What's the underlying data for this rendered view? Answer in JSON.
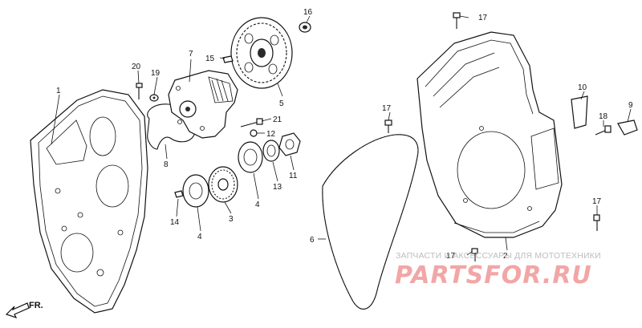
{
  "callouts": [
    {
      "id": "1",
      "label": "1"
    },
    {
      "id": "2",
      "label": "2"
    },
    {
      "id": "3",
      "label": "3"
    },
    {
      "id": "4a",
      "label": "4"
    },
    {
      "id": "4b",
      "label": "4"
    },
    {
      "id": "5",
      "label": "5"
    },
    {
      "id": "6",
      "label": "6"
    },
    {
      "id": "7",
      "label": "7"
    },
    {
      "id": "8",
      "label": "8"
    },
    {
      "id": "9",
      "label": "9"
    },
    {
      "id": "10",
      "label": "10"
    },
    {
      "id": "11",
      "label": "11"
    },
    {
      "id": "12",
      "label": "12"
    },
    {
      "id": "13",
      "label": "13"
    },
    {
      "id": "14",
      "label": "14"
    },
    {
      "id": "15",
      "label": "15"
    },
    {
      "id": "16",
      "label": "16"
    },
    {
      "id": "17a",
      "label": "17"
    },
    {
      "id": "17b",
      "label": "17"
    },
    {
      "id": "17c",
      "label": "17"
    },
    {
      "id": "17d",
      "label": "17"
    },
    {
      "id": "18",
      "label": "18"
    },
    {
      "id": "19",
      "label": "19"
    },
    {
      "id": "20",
      "label": "20"
    },
    {
      "id": "21",
      "label": "21"
    }
  ],
  "direction_marker": {
    "label": "FR."
  },
  "watermark": {
    "tagline": "ЗАПЧАСТИ И АКСЕССУАРЫ ДЛЯ МОТОТЕХНИКИ",
    "logo": "PARTSFOR.RU",
    "logo_color": "#f2a6a6"
  }
}
